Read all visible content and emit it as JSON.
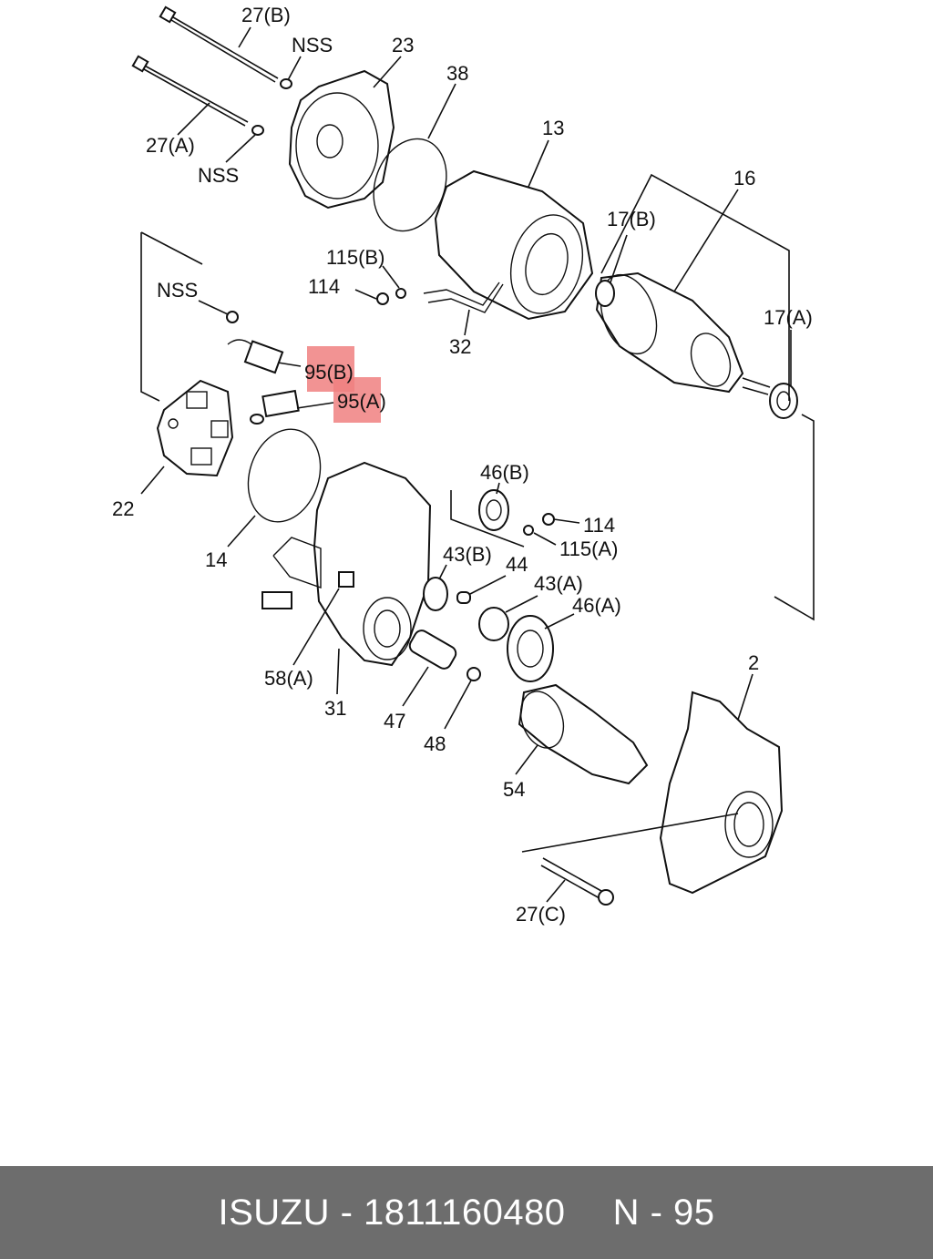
{
  "callouts": [
    {
      "id": "27b",
      "label": "27(B)"
    },
    {
      "id": "nss1",
      "label": "NSS"
    },
    {
      "id": "23",
      "label": "23"
    },
    {
      "id": "38",
      "label": "38"
    },
    {
      "id": "27a",
      "label": "27(A)"
    },
    {
      "id": "nss2",
      "label": "NSS"
    },
    {
      "id": "13",
      "label": "13"
    },
    {
      "id": "16",
      "label": "16"
    },
    {
      "id": "17b",
      "label": "17(B)"
    },
    {
      "id": "115b",
      "label": "115(B)"
    },
    {
      "id": "nss3",
      "label": "NSS"
    },
    {
      "id": "114a",
      "label": "114"
    },
    {
      "id": "17a",
      "label": "17(A)"
    },
    {
      "id": "32",
      "label": "32"
    },
    {
      "id": "95b",
      "label": "95(B)"
    },
    {
      "id": "95a",
      "label": "95(A)"
    },
    {
      "id": "46b",
      "label": "46(B)"
    },
    {
      "id": "22",
      "label": "22"
    },
    {
      "id": "114b",
      "label": "114"
    },
    {
      "id": "115a",
      "label": "115(A)"
    },
    {
      "id": "43b",
      "label": "43(B)"
    },
    {
      "id": "44",
      "label": "44"
    },
    {
      "id": "14",
      "label": "14"
    },
    {
      "id": "43a",
      "label": "43(A)"
    },
    {
      "id": "46a",
      "label": "46(A)"
    },
    {
      "id": "58a",
      "label": "58(A)"
    },
    {
      "id": "2",
      "label": "2"
    },
    {
      "id": "31",
      "label": "31"
    },
    {
      "id": "47",
      "label": "47"
    },
    {
      "id": "48",
      "label": "48"
    },
    {
      "id": "54",
      "label": "54"
    },
    {
      "id": "27c",
      "label": "27(C)"
    }
  ],
  "highlight_color": "#f08080",
  "footer": {
    "brand": "ISUZU",
    "separator": "-",
    "part_number": "1811160480",
    "ref_prefix": "N",
    "ref_number": "95"
  }
}
